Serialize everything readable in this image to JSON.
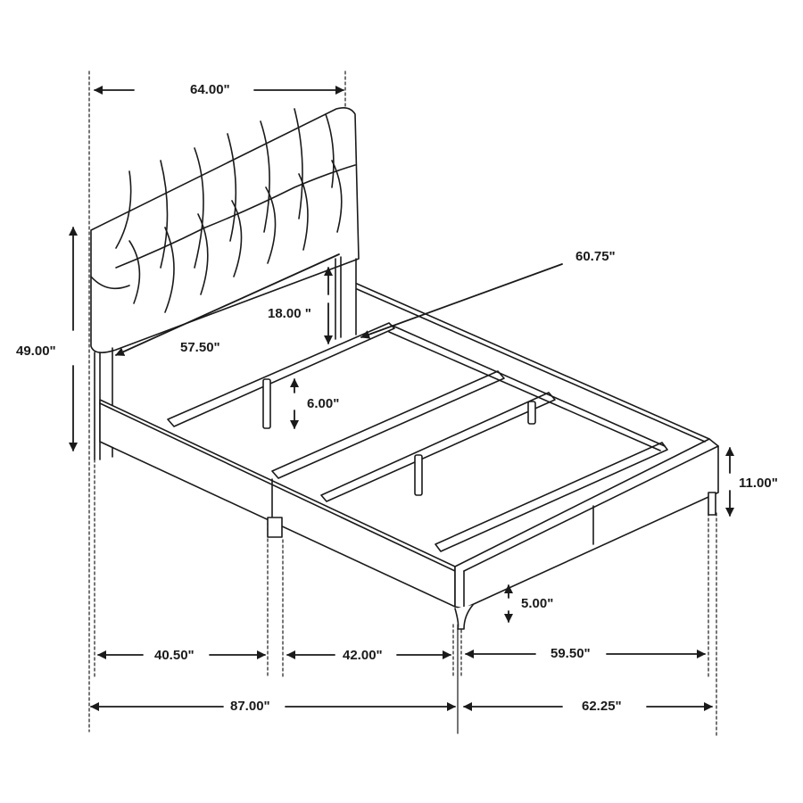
{
  "diagram": {
    "subject": "Upholstered tufted panel bed frame",
    "line_color": "#1a1a1a",
    "background": "#ffffff"
  },
  "dimensions": {
    "headboard_width": "64.00\"",
    "overall_height": "49.00\"",
    "headboard_panel_width": "57.50\"",
    "headboard_clearance": "18.00  \"",
    "diagonal": "60.75\"",
    "center_support_height": "6.00\"",
    "footboard_height": "11.00\"",
    "leg_height": "5.00\"",
    "segment_left": "40.50\"",
    "segment_middle": "42.00\"",
    "segment_right": "59.50\"",
    "overall_length": "87.00\"",
    "overall_width": "62.25\""
  }
}
